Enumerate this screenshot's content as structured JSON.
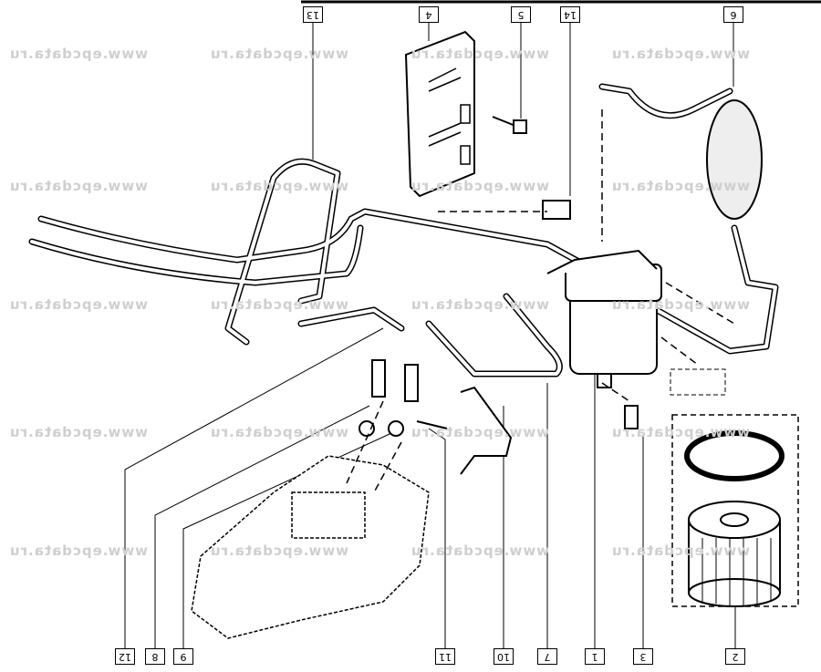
{
  "watermark": "www.epcdata.ru",
  "callouts_top": [
    {
      "id": "13",
      "label": "13"
    },
    {
      "id": "4",
      "label": "4"
    },
    {
      "id": "5",
      "label": "5"
    },
    {
      "id": "14",
      "label": "14"
    },
    {
      "id": "6",
      "label": "6"
    }
  ],
  "callouts_bottom": [
    {
      "id": "12",
      "label": "12"
    },
    {
      "id": "8",
      "label": "8"
    },
    {
      "id": "9",
      "label": "9"
    },
    {
      "id": "11",
      "label": "11"
    },
    {
      "id": "10",
      "label": "10"
    },
    {
      "id": "7",
      "label": "7"
    },
    {
      "id": "1",
      "label": "1"
    },
    {
      "id": "3",
      "label": "3"
    },
    {
      "id": "2",
      "label": "2"
    }
  ]
}
